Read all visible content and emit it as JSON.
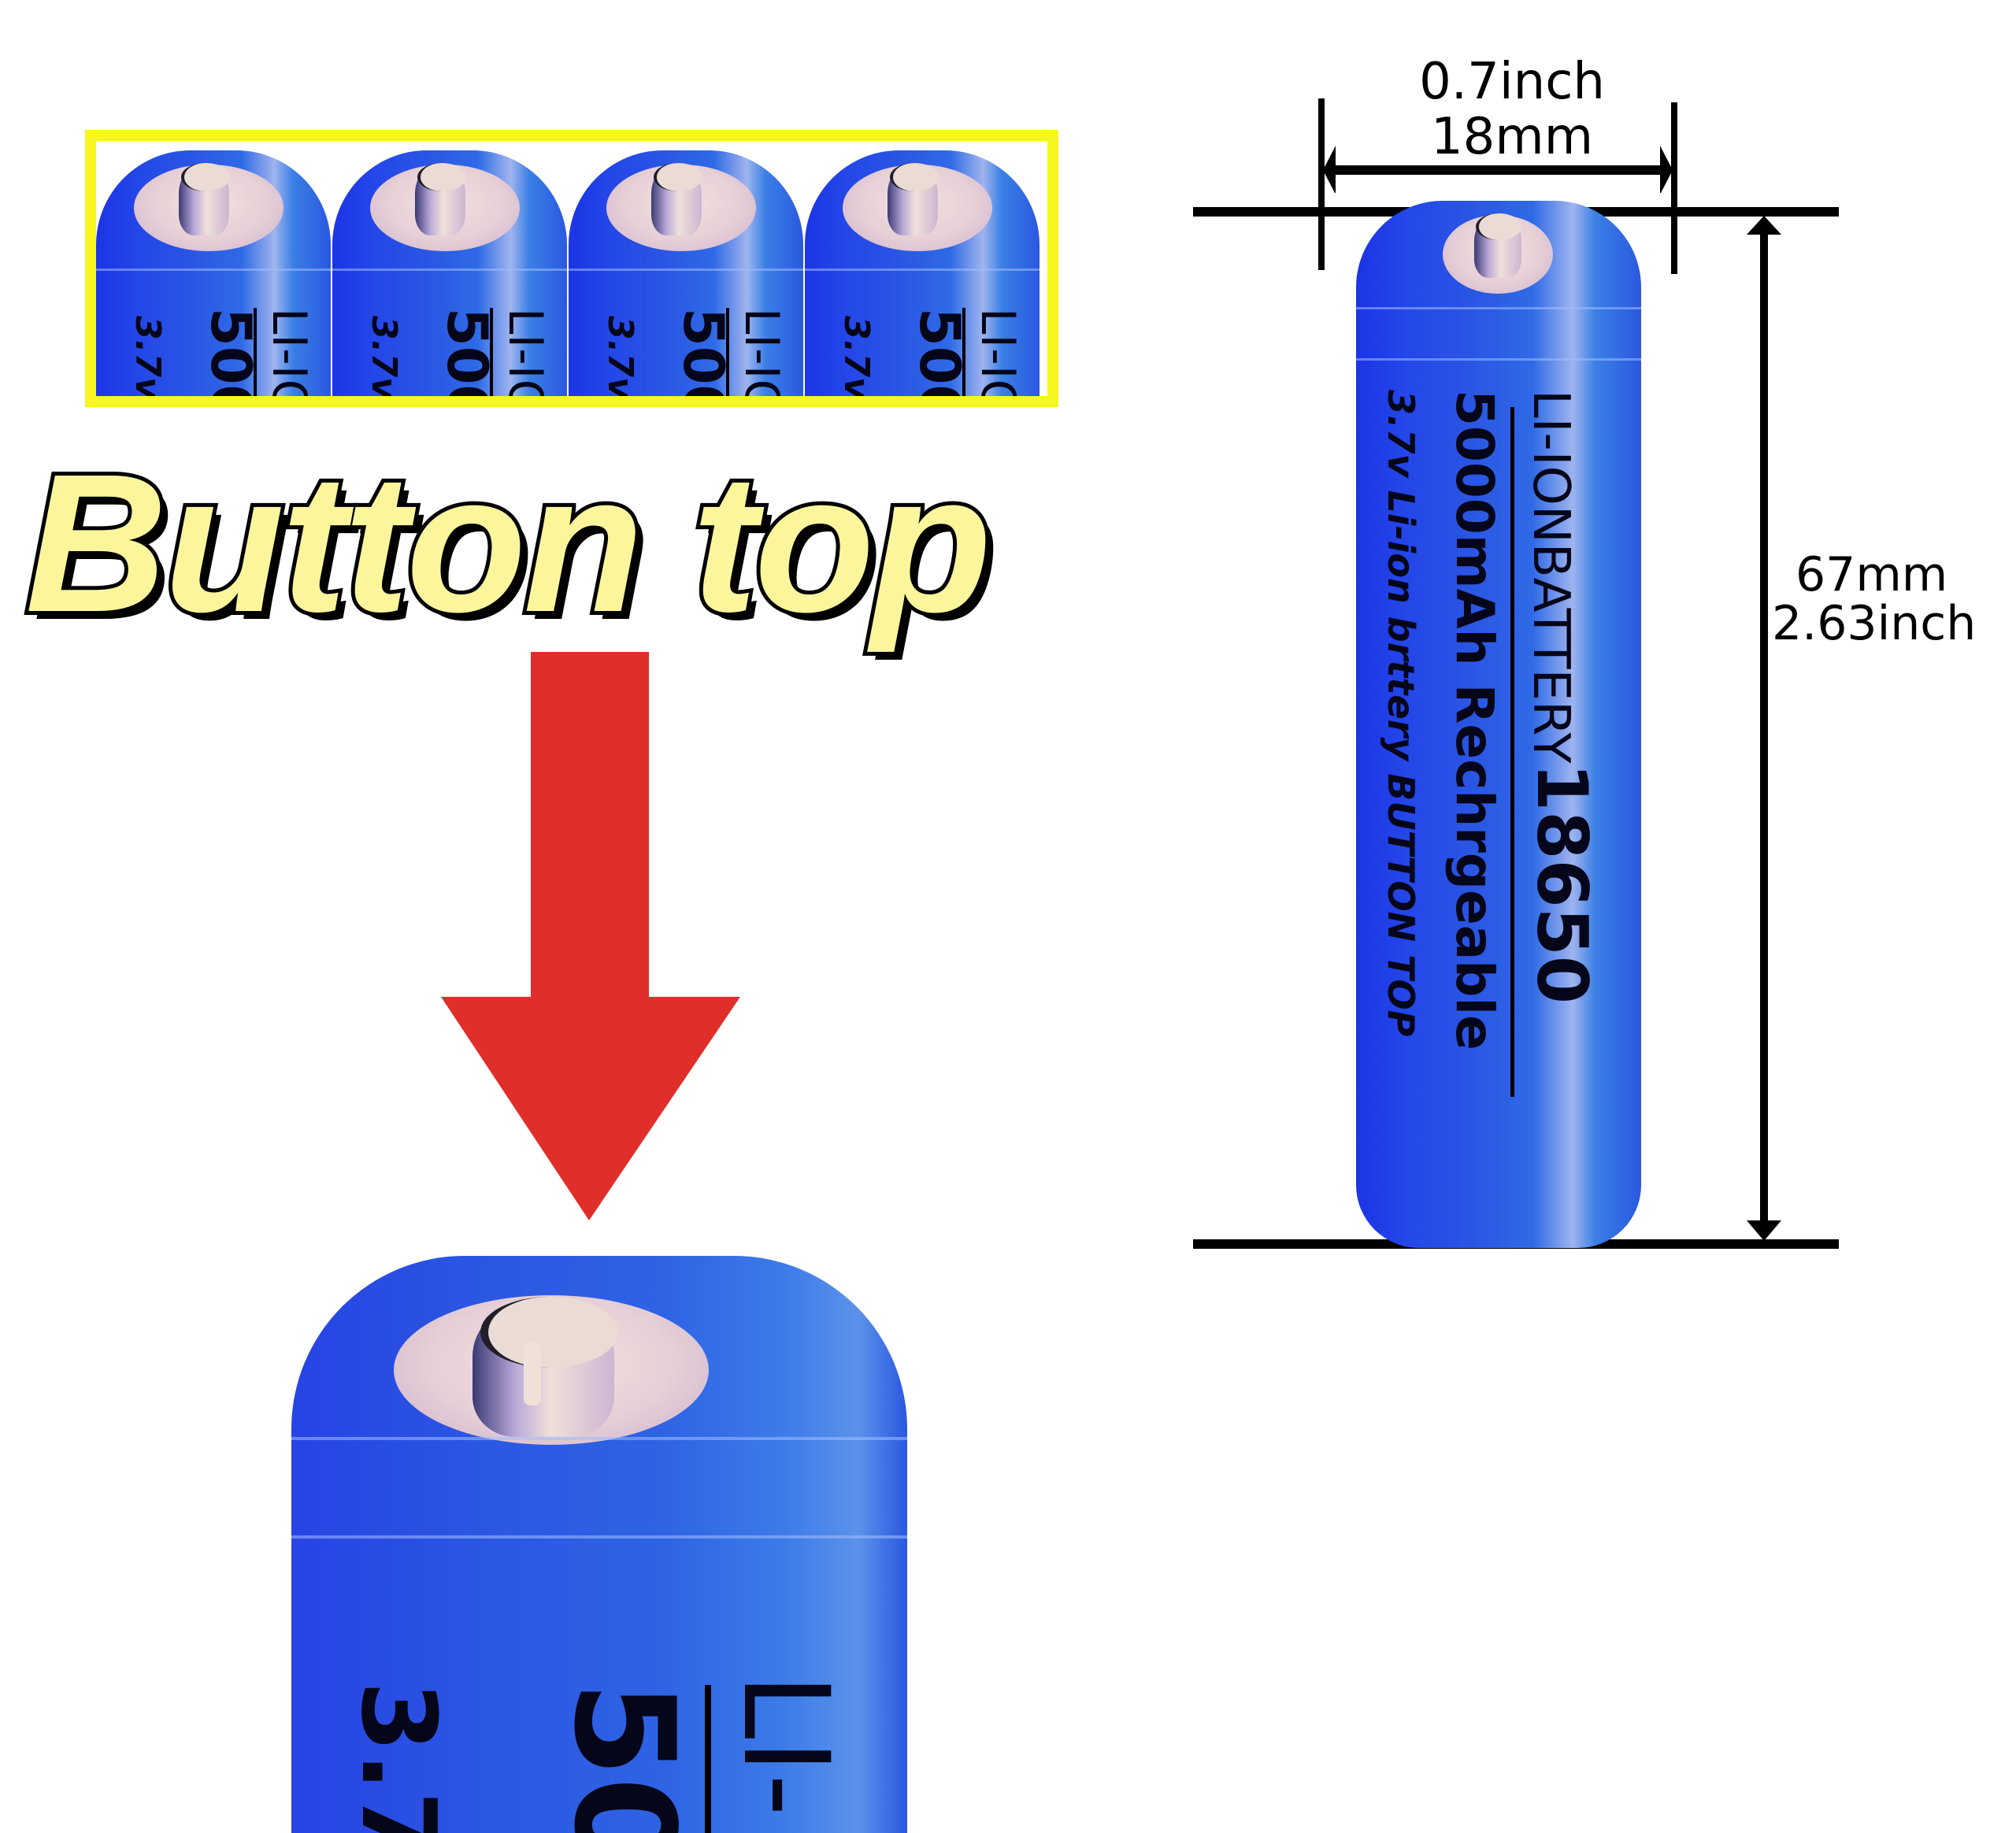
{
  "headline": "Button top",
  "colors": {
    "battery_blue": "#2a55e4",
    "terminal": "#eadbd4",
    "strip_border": "#f7f61e",
    "headline_fill": "#fbf69c",
    "arrow_red": "#e02e2a"
  },
  "thumbnail_strip": {
    "count": 4,
    "cells": [
      {
        "line1": "LI-IO",
        "line2": "500",
        "line3": "3.7v"
      },
      {
        "line1": "LI-IO",
        "line2": "500",
        "line3": "3.7v"
      },
      {
        "line1": "LI-IO",
        "line2": "500",
        "line3": "3.7v"
      },
      {
        "line1": "LI-IO",
        "line2": "500",
        "line3": "3.7v"
      }
    ]
  },
  "closeup": {
    "line1": "LI-",
    "line2": "50",
    "line3": "3.7"
  },
  "battery": {
    "brand_line": "LI-IONBATTERY",
    "model": "18650",
    "capacity_line": "5000mAh Rechrgeable",
    "spec_line": "3.7v  Li-ion brttery BUTTON TOP"
  },
  "dimensions": {
    "width_inch": "0.7inch",
    "width_mm": "18mm",
    "height_mm": "67mm",
    "height_inch": "2.63inch"
  }
}
